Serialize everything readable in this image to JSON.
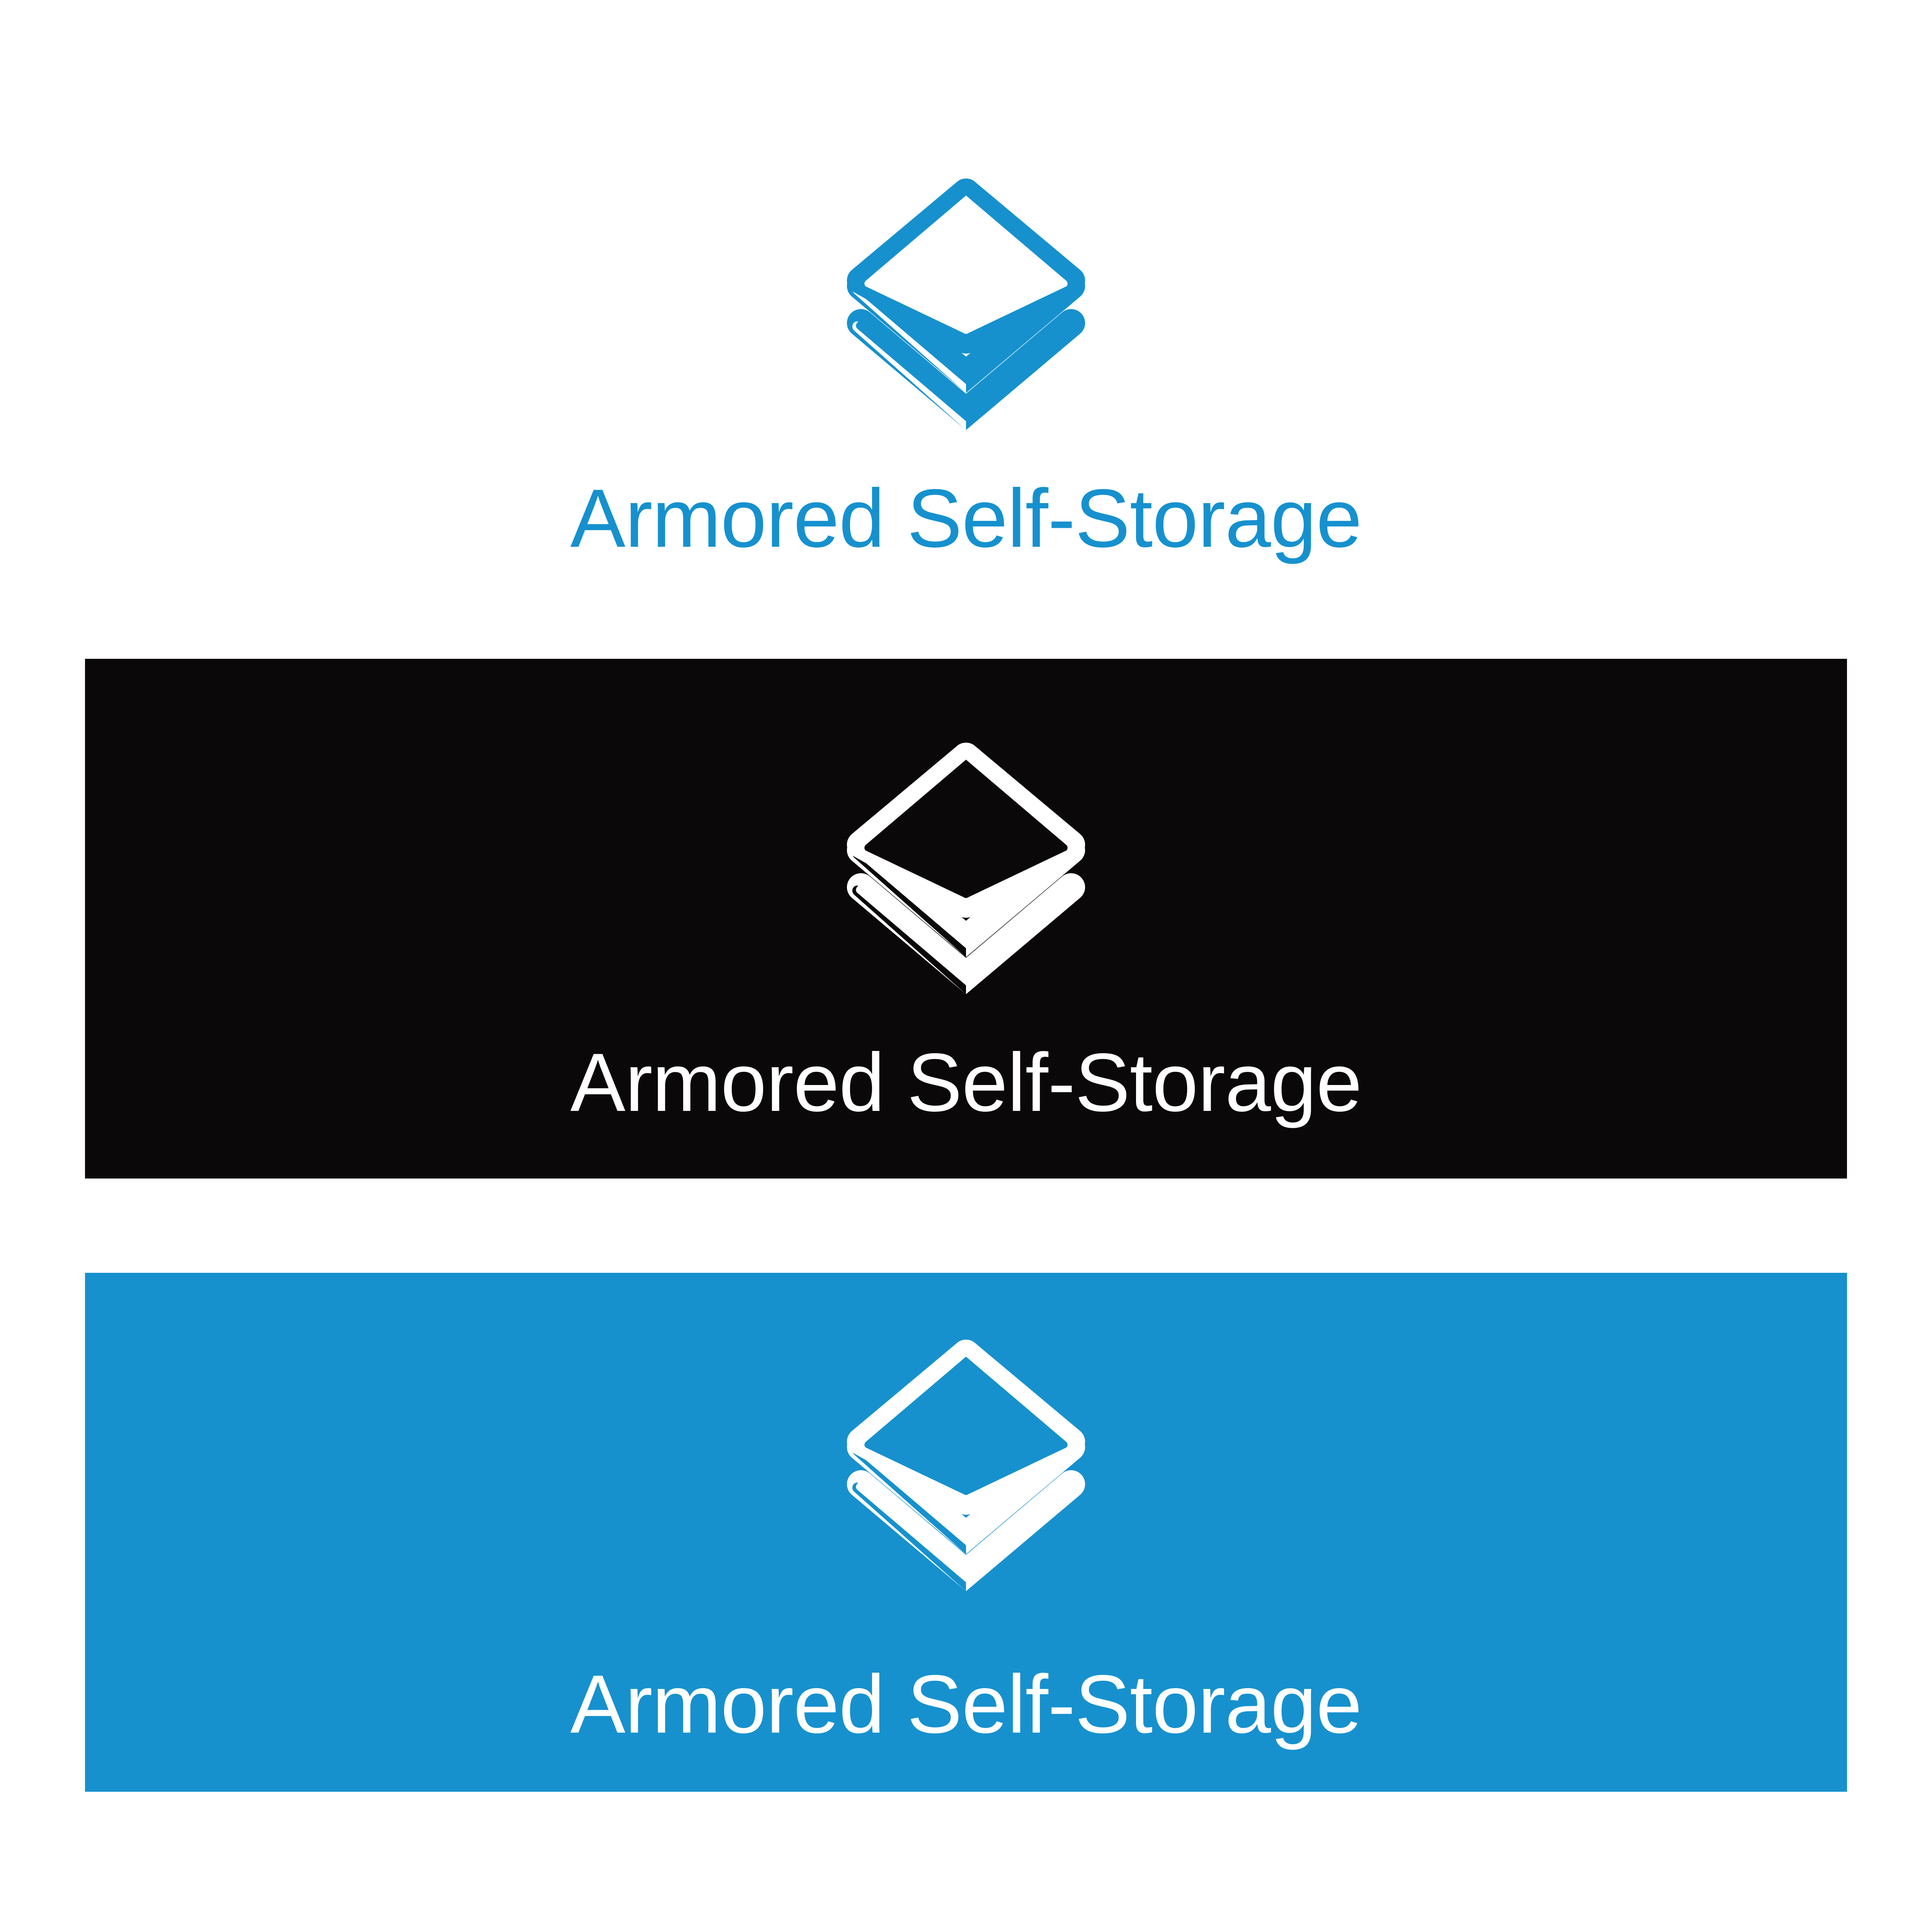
{
  "brand": {
    "name": "Armored Self-Storage",
    "mark_name": "stacked-layers-icon",
    "colors": {
      "accent_blue": "#1691CE",
      "banner_black": "#0A0808",
      "white": "#FFFFFF",
      "page_background": "#FFFFFF"
    }
  },
  "variants": [
    {
      "id": "primary",
      "background_label": "white",
      "background_color": "#FFFFFF",
      "mark_color": "#1691CE",
      "wordmark_text": "Armored Self-Storage",
      "wordmark_color": "#1691CE"
    },
    {
      "id": "dark",
      "background_label": "black",
      "background_color": "#0A0808",
      "mark_color": "#FFFFFF",
      "wordmark_text": "Armored Self-Storage",
      "wordmark_color": "#FFFFFF"
    },
    {
      "id": "blue",
      "background_label": "blue",
      "background_color": "#1691CE",
      "mark_color": "#FFFFFF",
      "wordmark_text": "Armored Self-Storage",
      "wordmark_color": "#FFFFFF"
    }
  ]
}
